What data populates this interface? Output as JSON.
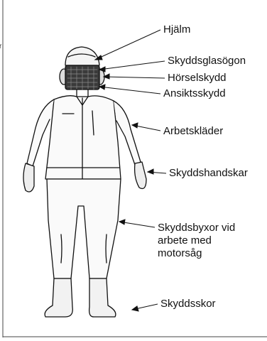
{
  "figure": {
    "stray_mark": "r",
    "labels": [
      {
        "id": "helmet",
        "text": "Hjälm"
      },
      {
        "id": "goggles",
        "text": "Skyddsglasögon"
      },
      {
        "id": "hearing",
        "text": "Hörselskydd"
      },
      {
        "id": "face",
        "text": "Ansiktsskydd"
      },
      {
        "id": "workwear",
        "text": "Arbetskläder"
      },
      {
        "id": "gloves",
        "text": "Skyddshandskar"
      },
      {
        "id": "trousers",
        "text": "Skyddsbyxor vid arbete med motorsåg"
      },
      {
        "id": "boots",
        "text": "Skyddsskor"
      }
    ]
  }
}
